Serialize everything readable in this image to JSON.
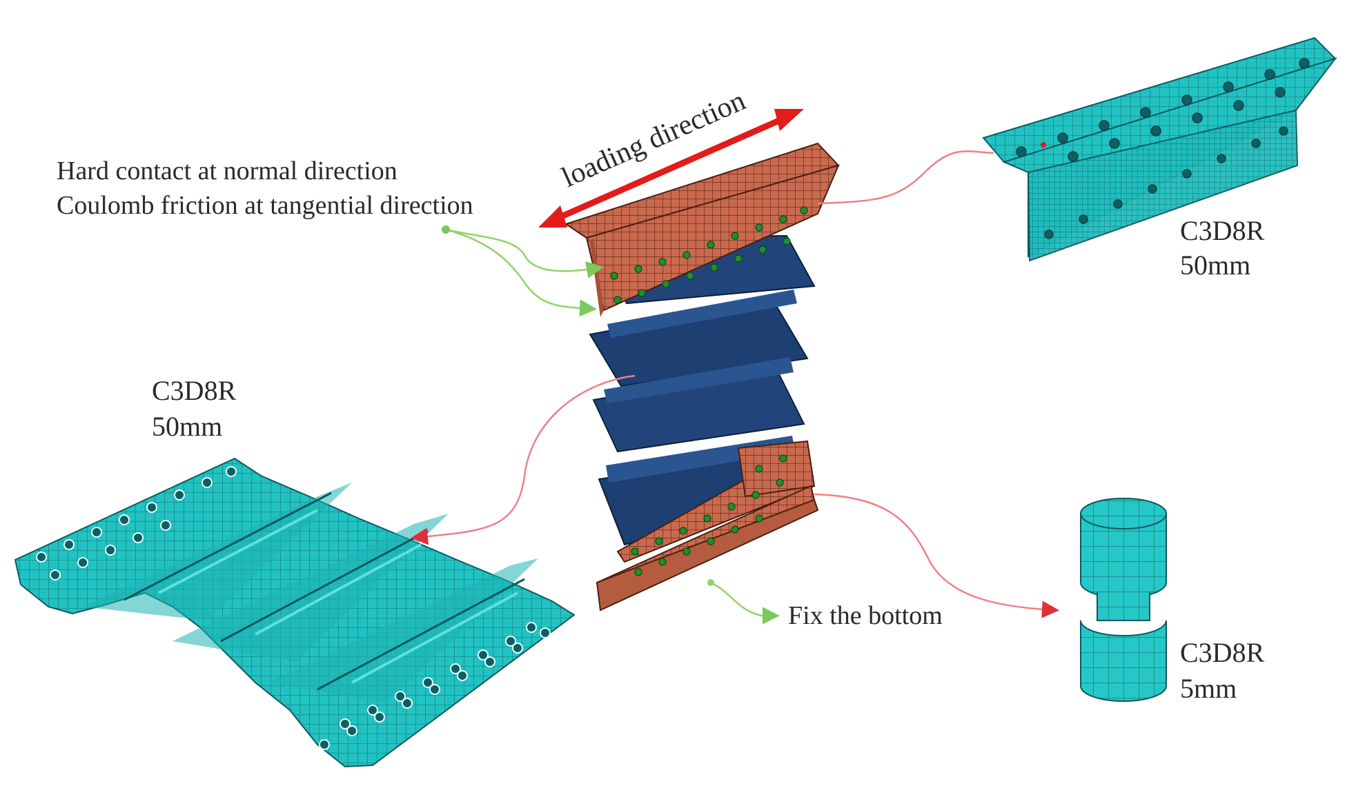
{
  "annotations": {
    "loading_direction": "loading direction",
    "contact_line1": "Hard contact at normal direction",
    "contact_line2": "Coulomb friction at tangential direction",
    "fix_bottom": "Fix the bottom"
  },
  "parts": {
    "angle": {
      "element": "C3D8R",
      "size": "50mm"
    },
    "plate": {
      "element": "C3D8R",
      "size": "50mm"
    },
    "bolt": {
      "element": "C3D8R",
      "size": "5mm"
    }
  },
  "colors": {
    "mesh_cyan": "#22c2c2",
    "flange_copper": "#c9694e",
    "web_navy": "#1d3f72",
    "arrow_red": "#e21b1b",
    "leader_pink": "#ef7f86",
    "leader_green": "#8fd46a",
    "bolt_green": "#1f8f2c"
  }
}
